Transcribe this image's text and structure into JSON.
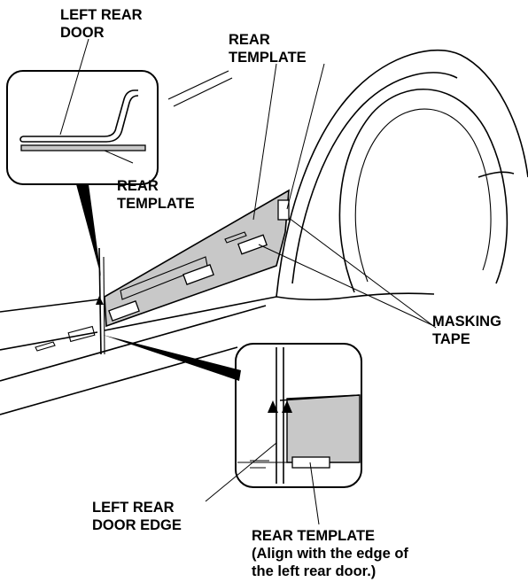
{
  "labels": {
    "left_rear_door_line1": "LEFT REAR",
    "left_rear_door_line2": "DOOR",
    "rear_template_top_line1": "REAR",
    "rear_template_top_line2": "TEMPLATE",
    "rear_template_inset_line1": "REAR",
    "rear_template_inset_line2": "TEMPLATE",
    "masking_tape_line1": "MASKING",
    "masking_tape_line2": "TAPE",
    "door_edge_line1": "LEFT REAR",
    "door_edge_line2": "DOOR EDGE",
    "rear_template_bottom_line1": "REAR TEMPLATE",
    "rear_template_bottom_line2": "(Align with the edge of",
    "rear_template_bottom_line3": "the left rear door.)"
  },
  "colors": {
    "template_fill": "#c8c8c8",
    "line": "#000000",
    "background": "#ffffff"
  }
}
